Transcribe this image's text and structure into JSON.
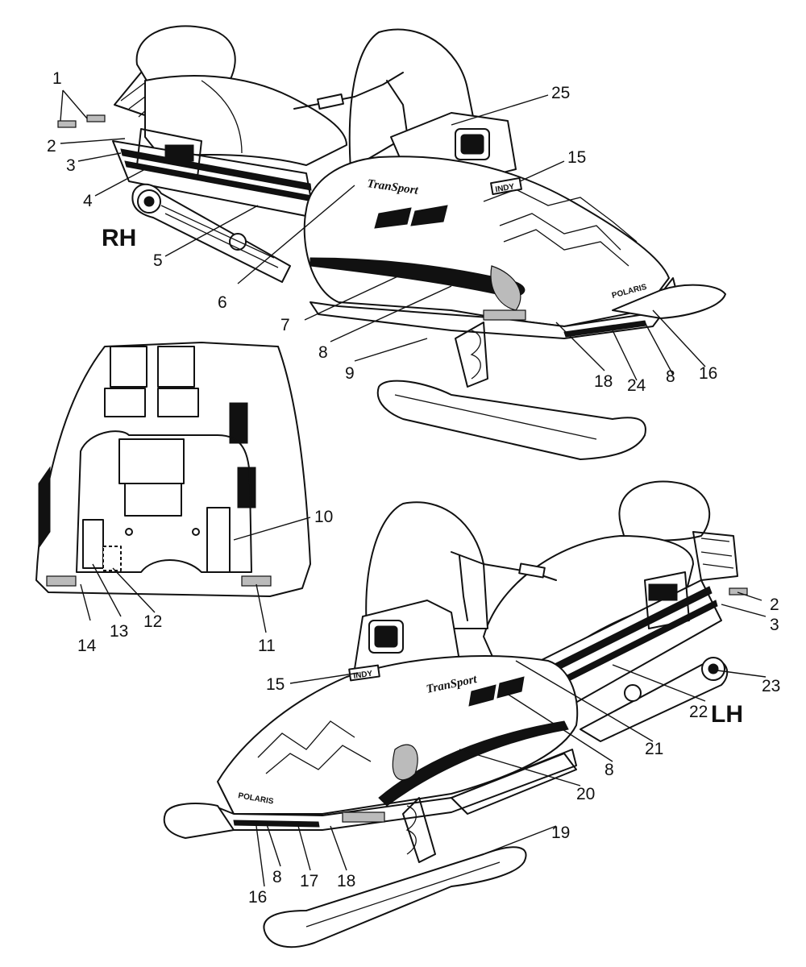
{
  "views": {
    "rh": {
      "label": "RH"
    },
    "lh": {
      "label": "LH"
    }
  },
  "decals": {
    "model_script": "TranSport",
    "badge_text": "INDY",
    "brand_text": "POLARIS"
  },
  "callouts": [
    {
      "id": "rh-1",
      "text": "1"
    },
    {
      "id": "rh-2",
      "text": "2"
    },
    {
      "id": "rh-3",
      "text": "3"
    },
    {
      "id": "rh-4",
      "text": "4"
    },
    {
      "id": "rh-5",
      "text": "5"
    },
    {
      "id": "rh-6",
      "text": "6"
    },
    {
      "id": "rh-7",
      "text": "7"
    },
    {
      "id": "rh-8a",
      "text": "8"
    },
    {
      "id": "rh-9",
      "text": "9"
    },
    {
      "id": "rh-18",
      "text": "18"
    },
    {
      "id": "rh-24",
      "text": "24"
    },
    {
      "id": "rh-8b",
      "text": "8"
    },
    {
      "id": "rh-16",
      "text": "16"
    },
    {
      "id": "rh-15",
      "text": "15"
    },
    {
      "id": "rh-25",
      "text": "25"
    },
    {
      "id": "hood-10",
      "text": "10"
    },
    {
      "id": "hood-11",
      "text": "11"
    },
    {
      "id": "hood-12",
      "text": "12"
    },
    {
      "id": "hood-13",
      "text": "13"
    },
    {
      "id": "hood-14",
      "text": "14"
    },
    {
      "id": "lh-2",
      "text": "2"
    },
    {
      "id": "lh-3",
      "text": "3"
    },
    {
      "id": "lh-23",
      "text": "23"
    },
    {
      "id": "lh-22",
      "text": "22"
    },
    {
      "id": "lh-21",
      "text": "21"
    },
    {
      "id": "lh-8a",
      "text": "8"
    },
    {
      "id": "lh-20",
      "text": "20"
    },
    {
      "id": "lh-19",
      "text": "19"
    },
    {
      "id": "lh-15",
      "text": "15"
    },
    {
      "id": "lh-16",
      "text": "16"
    },
    {
      "id": "lh-8b",
      "text": "8"
    },
    {
      "id": "lh-17",
      "text": "17"
    },
    {
      "id": "lh-18",
      "text": "18"
    }
  ]
}
